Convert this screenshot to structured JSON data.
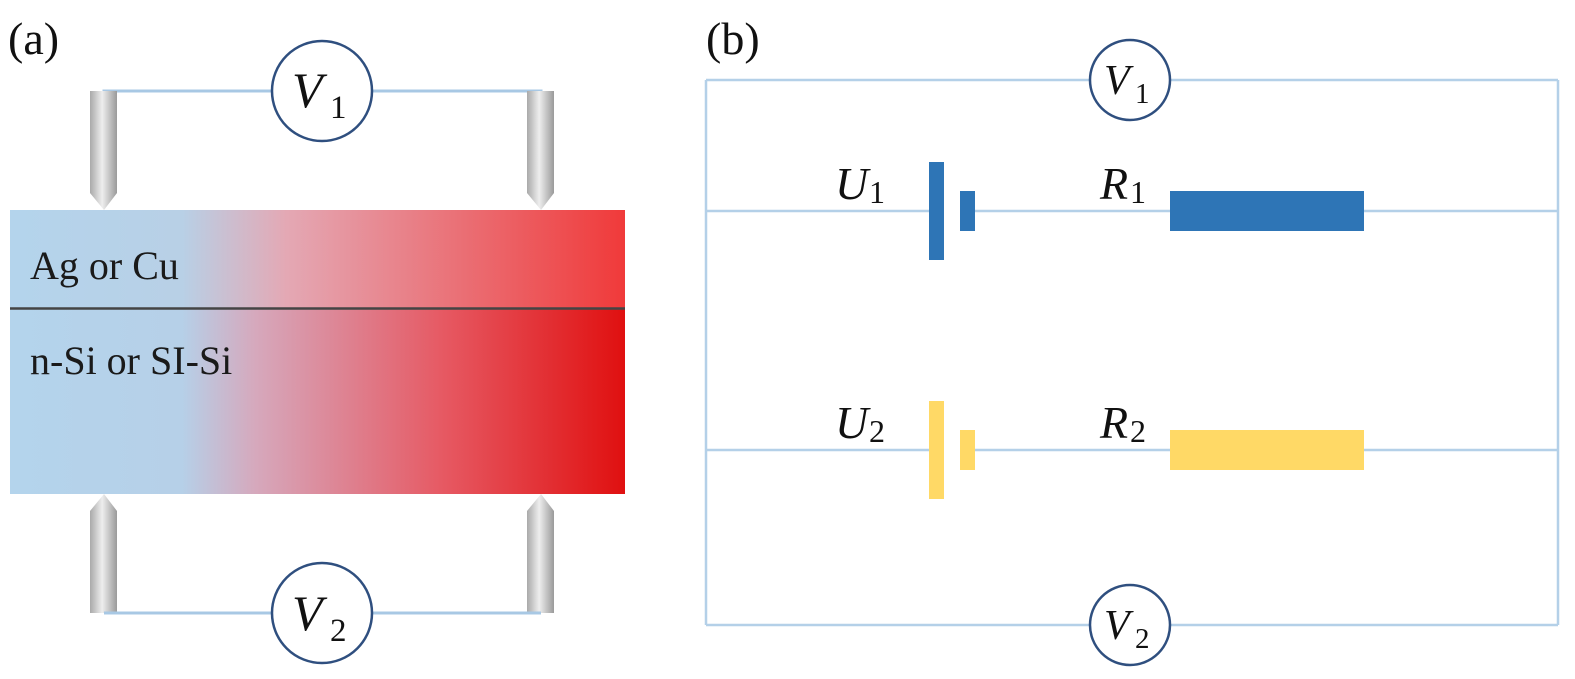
{
  "figure": {
    "panel_a_label": "(a)",
    "panel_b_label": "(b)"
  },
  "panel_a": {
    "top_layer_label": "Ag or Cu",
    "bottom_layer_label": "n-Si or SI-Si",
    "meter_top": {
      "symbol": "V",
      "subscript": "1"
    },
    "meter_bottom": {
      "symbol": "V",
      "subscript": "2"
    },
    "colors": {
      "cool": "#b4d4ec",
      "hot": "#e81818",
      "wire": "#a8c8e4",
      "probe": "#cfcfcf"
    }
  },
  "panel_b": {
    "meter_top": {
      "symbol": "V",
      "subscript": "1"
    },
    "meter_bottom": {
      "symbol": "V",
      "subscript": "2"
    },
    "source_1": {
      "symbol": "U",
      "subscript": "1"
    },
    "source_2": {
      "symbol": "U",
      "subscript": "2"
    },
    "resistor_1": {
      "symbol": "R",
      "subscript": "1"
    },
    "resistor_2": {
      "symbol": "R",
      "subscript": "2"
    },
    "colors": {
      "branch_1": "#2e75b6",
      "branch_2": "#ffd966",
      "wire": "#b4d0e8",
      "meter_ring": "#2f4f7f"
    }
  }
}
